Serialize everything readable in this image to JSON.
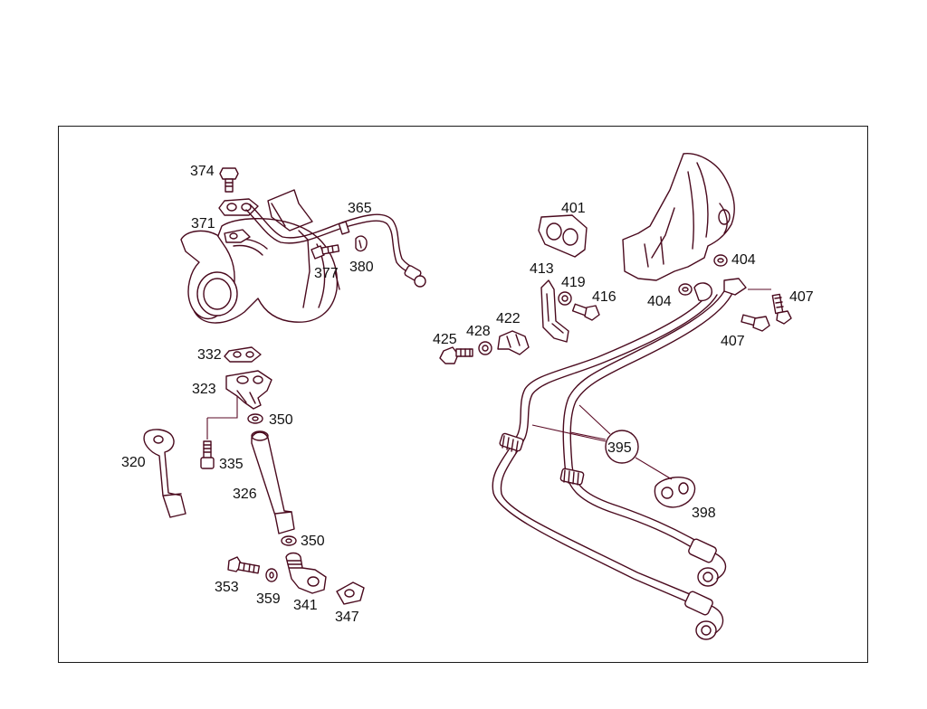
{
  "colors": {
    "line": "#4a0a1e",
    "text": "#111111",
    "frame": "#1a1a1a",
    "background": "#ffffff"
  },
  "callouts": {
    "c374": "374",
    "c371": "371",
    "c365": "365",
    "c377": "377",
    "c380": "380",
    "c332": "332",
    "c323": "323",
    "c350a": "350",
    "c320": "320",
    "c335": "335",
    "c326": "326",
    "c350b": "350",
    "c353": "353",
    "c359": "359",
    "c341": "341",
    "c347": "347",
    "c401": "401",
    "c413": "413",
    "c419": "419",
    "c416": "416",
    "c404a": "404",
    "c404b": "404",
    "c407a": "407",
    "c407b": "407",
    "c425": "425",
    "c428": "428",
    "c422": "422",
    "c395": "395",
    "c398": "398"
  }
}
